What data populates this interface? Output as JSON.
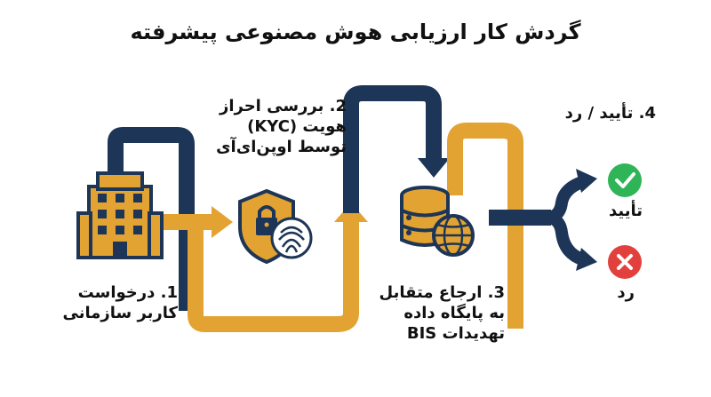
{
  "title": "گردش کار ارزیابی هوش مصنوعی پیشرفته",
  "steps": [
    {
      "lines": [
        "1. درخواست",
        "کاربر سازمانی"
      ],
      "icon": "office-building-icon"
    },
    {
      "lines": [
        "2. بررسی احراز",
        "هویت (KYC)",
        "توسط اوپن‌ای‌آی"
      ],
      "icon": "shield-fingerprint-icon"
    },
    {
      "lines": [
        "3. ارجاع متقابل",
        "به پایگاه داده",
        "تهدیدات BIS"
      ],
      "icon": "database-globe-icon"
    },
    {
      "lines": [
        "4. تأیید / رد"
      ],
      "icon": "decision-icon"
    }
  ],
  "outcomes": {
    "approve": {
      "label": "تأیید",
      "icon": "checkmark-icon",
      "color": "#2fb457"
    },
    "reject": {
      "label": "رد",
      "icon": "x-icon",
      "color": "#e2403c"
    }
  },
  "colors": {
    "navy": "#1d3557",
    "gold": "#e3a332"
  }
}
